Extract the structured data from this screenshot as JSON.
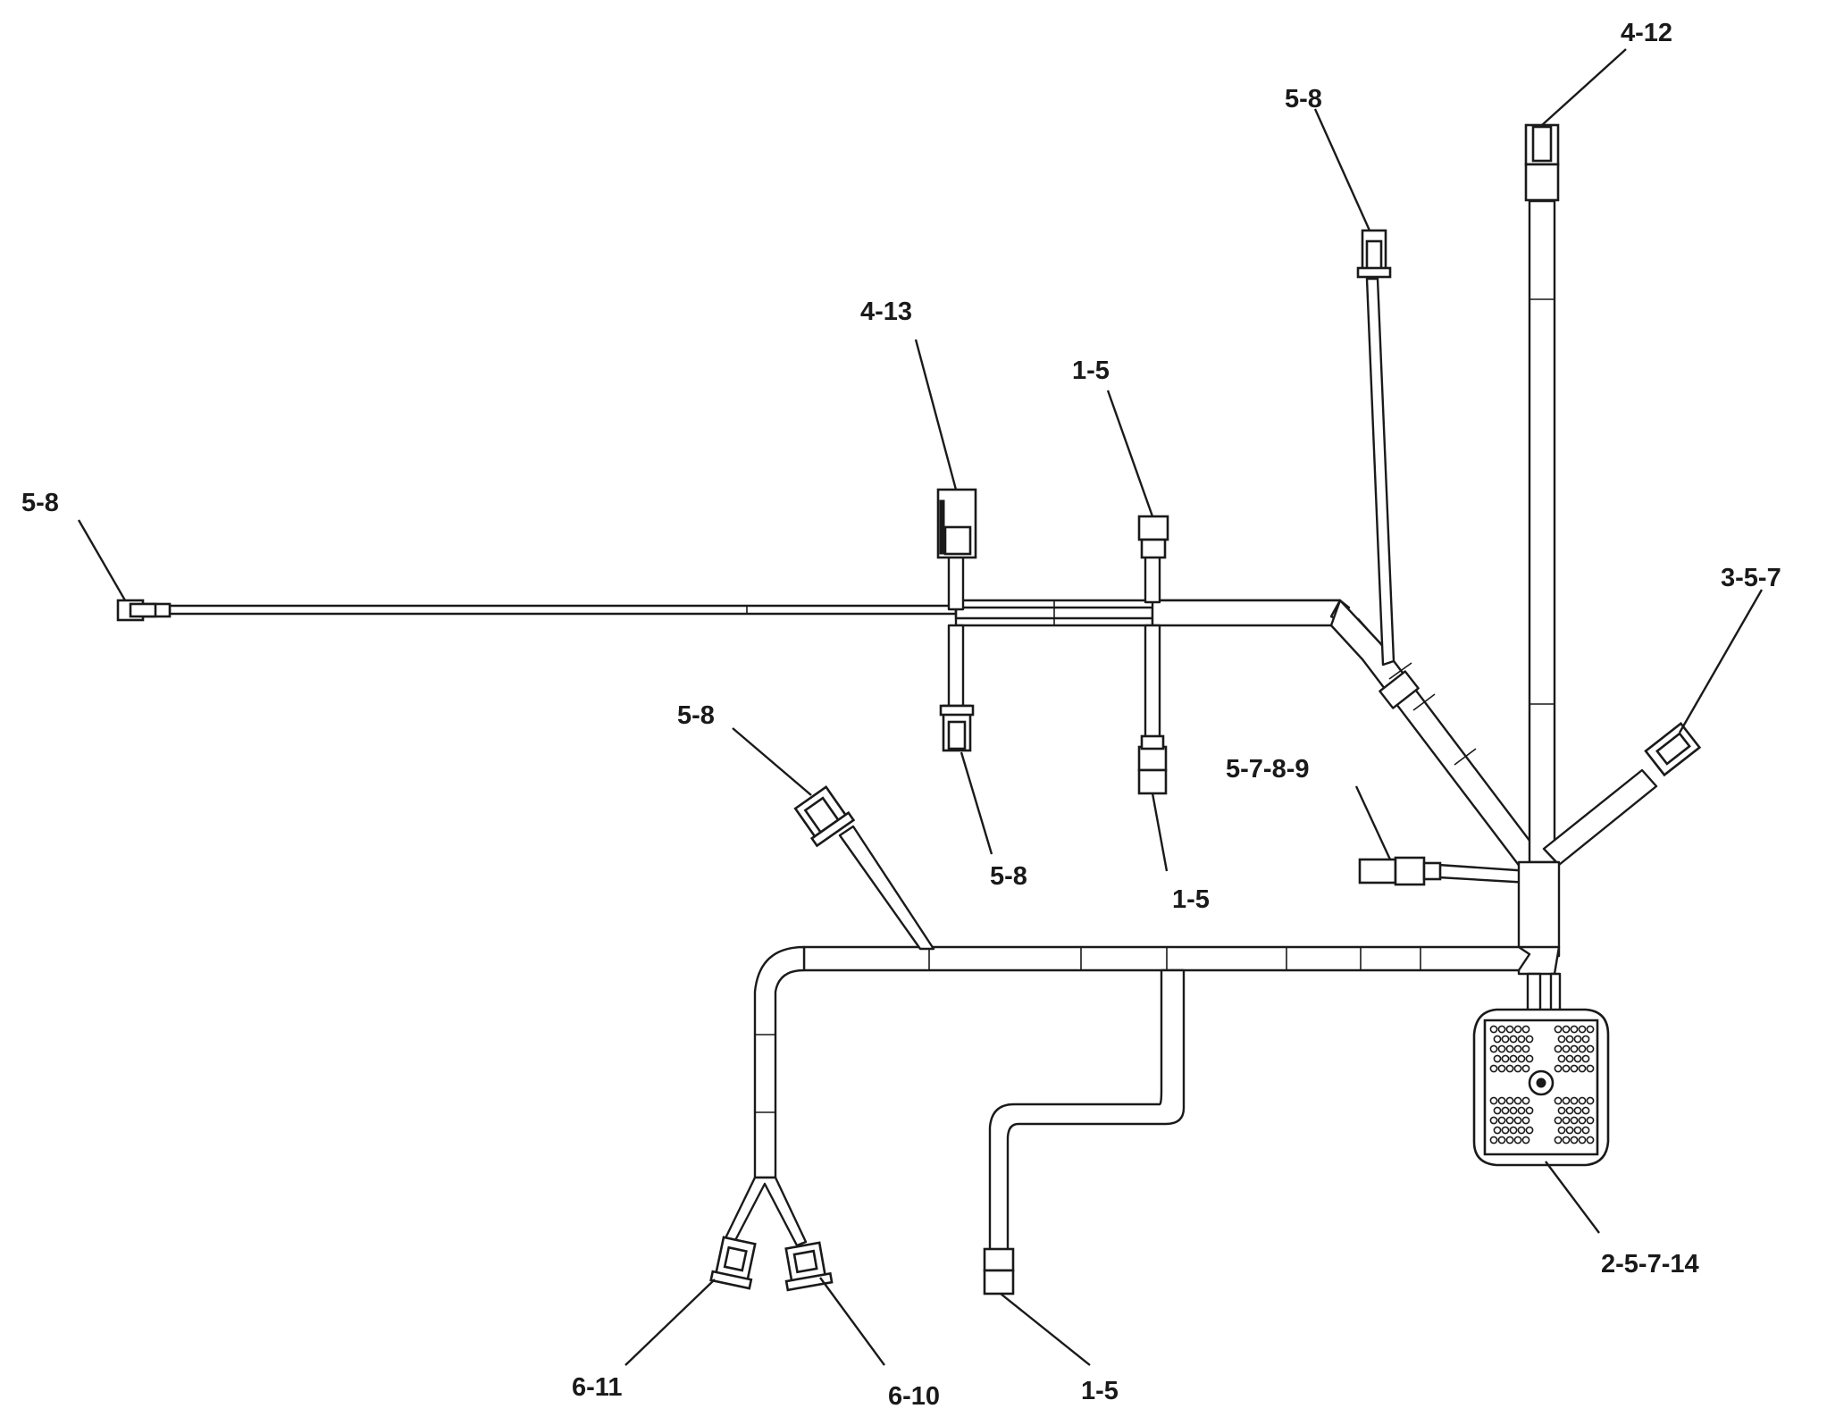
{
  "labels": {
    "left_end": "5-8",
    "top_center_left": "4-13",
    "top_center": "1-5",
    "top_right_branch": "5-8",
    "top_right": "4-12",
    "right_branch": "3-5-7",
    "mid_left_branch": "5-8",
    "mid_drop": "5-8",
    "mid_drop_center": "1-5",
    "side_connector": "5-7-8-9",
    "ecu_connector": "2-5-7-14",
    "bottom_left_a": "6-11",
    "bottom_left_b": "6-10",
    "bottom_center": "1-5"
  },
  "colors": {
    "line": "#1a1a1a",
    "background": "#ffffff"
  }
}
